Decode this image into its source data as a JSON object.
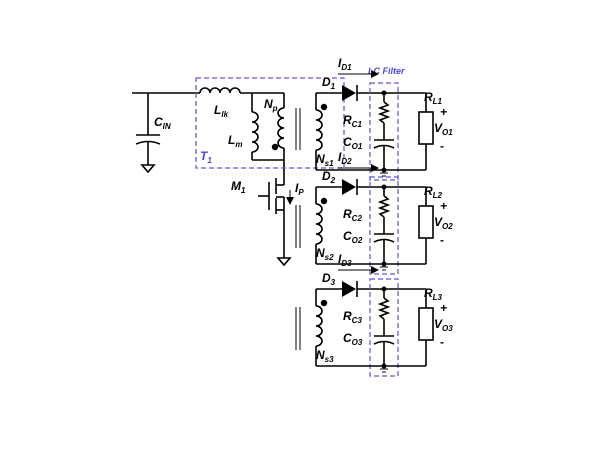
{
  "labels": {
    "cin": "C",
    "cin_sub": "IN",
    "llk": "L",
    "llk_sub": "lk",
    "lm": "L",
    "lm_sub": "m",
    "np": "N",
    "np_sub": "p",
    "t1": "T",
    "t1_sub": "1",
    "m1": "M",
    "m1_sub": "1",
    "ip": "I",
    "ip_sub": "P",
    "lc_filter": "LC Filter"
  },
  "outputs": [
    {
      "id": "I",
      "id_sub": "D1",
      "d": "D",
      "d_sub": "1",
      "rc": "R",
      "rc_sub": "C1",
      "co": "C",
      "co_sub": "O1",
      "rl": "R",
      "rl_sub": "L1",
      "vo": "V",
      "vo_sub": "O1",
      "ns": "N",
      "ns_sub": "s1",
      "plus": "+",
      "minus": "-"
    },
    {
      "id": "I",
      "id_sub": "D2",
      "d": "D",
      "d_sub": "2",
      "rc": "R",
      "rc_sub": "C2",
      "co": "C",
      "co_sub": "O2",
      "rl": "R",
      "rl_sub": "L2",
      "vo": "V",
      "vo_sub": "O2",
      "ns": "N",
      "ns_sub": "s2",
      "plus": "+",
      "minus": "-"
    },
    {
      "id": "I",
      "id_sub": "D3",
      "d": "D",
      "d_sub": "3",
      "rc": "R",
      "rc_sub": "C3",
      "co": "C",
      "co_sub": "O3",
      "rl": "R",
      "rl_sub": "L3",
      "vo": "V",
      "vo_sub": "O3",
      "ns": "N",
      "ns_sub": "s3",
      "plus": "+",
      "minus": "-"
    }
  ],
  "colors": {
    "wire": "#000000",
    "dashed_box": "#5b5bd6",
    "label_blue": "#4a4ad0"
  }
}
